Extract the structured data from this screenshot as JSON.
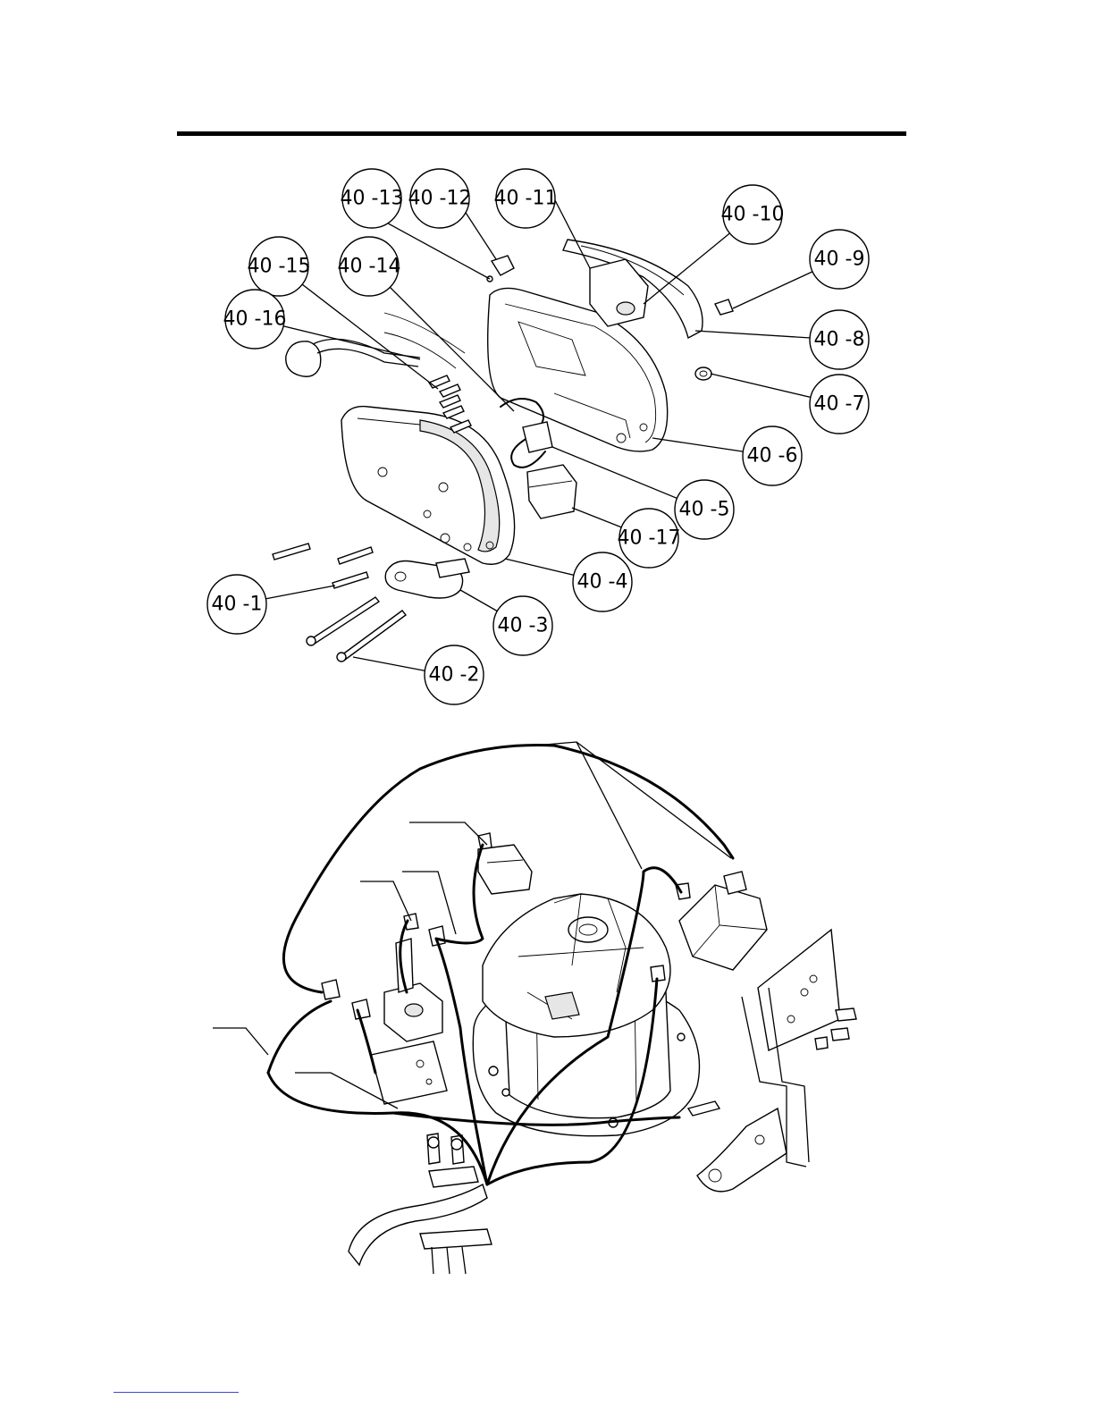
{
  "callouts": [
    {
      "id": "c-40-1",
      "label": "40 -1"
    },
    {
      "id": "c-40-2",
      "label": "40 -2"
    },
    {
      "id": "c-40-3",
      "label": "40 -3"
    },
    {
      "id": "c-40-4",
      "label": "40 -4"
    },
    {
      "id": "c-40-5",
      "label": "40 -5"
    },
    {
      "id": "c-40-6",
      "label": "40 -6"
    },
    {
      "id": "c-40-7",
      "label": "40 -7"
    },
    {
      "id": "c-40-8",
      "label": "40 -8"
    },
    {
      "id": "c-40-9",
      "label": "40 -9"
    },
    {
      "id": "c-40-10",
      "label": "40 -10"
    },
    {
      "id": "c-40-11",
      "label": "40 -11"
    },
    {
      "id": "c-40-12",
      "label": "40 -12"
    },
    {
      "id": "c-40-13",
      "label": "40 -13"
    },
    {
      "id": "c-40-14",
      "label": "40 -14"
    },
    {
      "id": "c-40-15",
      "label": "40 -15"
    },
    {
      "id": "c-40-16",
      "label": "40 -16"
    },
    {
      "id": "c-40-17",
      "label": "40 -17"
    }
  ]
}
